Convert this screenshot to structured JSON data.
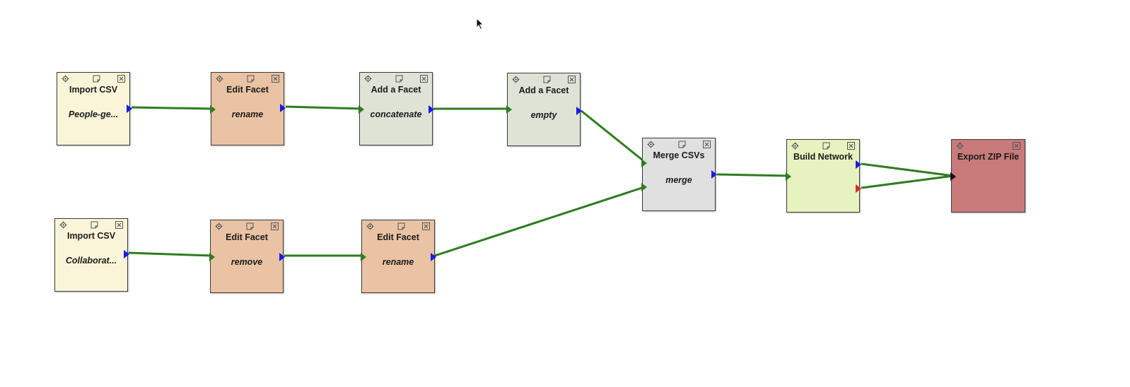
{
  "colors": {
    "import": "#faf4d8",
    "edit": "#eac3a4",
    "add": "#dfe3d6",
    "merge": "#e0e0e0",
    "network": "#e6f2bf",
    "export": "#c97a7a",
    "wire": "#2e7d1f",
    "port_out": "#1a1ae6",
    "port_red": "#d62a2a",
    "port_black": "#111111"
  },
  "nodes": {
    "import1": {
      "title": "Import CSV",
      "sub": "People-ge..."
    },
    "edit1": {
      "title": "Edit Facet",
      "sub": "rename"
    },
    "add1": {
      "title": "Add a Facet",
      "sub": "concatenate"
    },
    "add2": {
      "title": "Add a Facet",
      "sub": "empty"
    },
    "import2": {
      "title": "Import CSV",
      "sub": "Collaborat..."
    },
    "edit2": {
      "title": "Edit Facet",
      "sub": "remove"
    },
    "edit3": {
      "title": "Edit Facet",
      "sub": "rename"
    },
    "merge": {
      "title": "Merge CSVs",
      "sub": "merge"
    },
    "network": {
      "title": "Build Network",
      "sub": ""
    },
    "export": {
      "title": "Export ZIP File",
      "sub": ""
    }
  },
  "icons": {
    "settings": "gear-icon",
    "note": "note-icon",
    "close": "close-icon",
    "cursor": "mouse-cursor-icon"
  }
}
